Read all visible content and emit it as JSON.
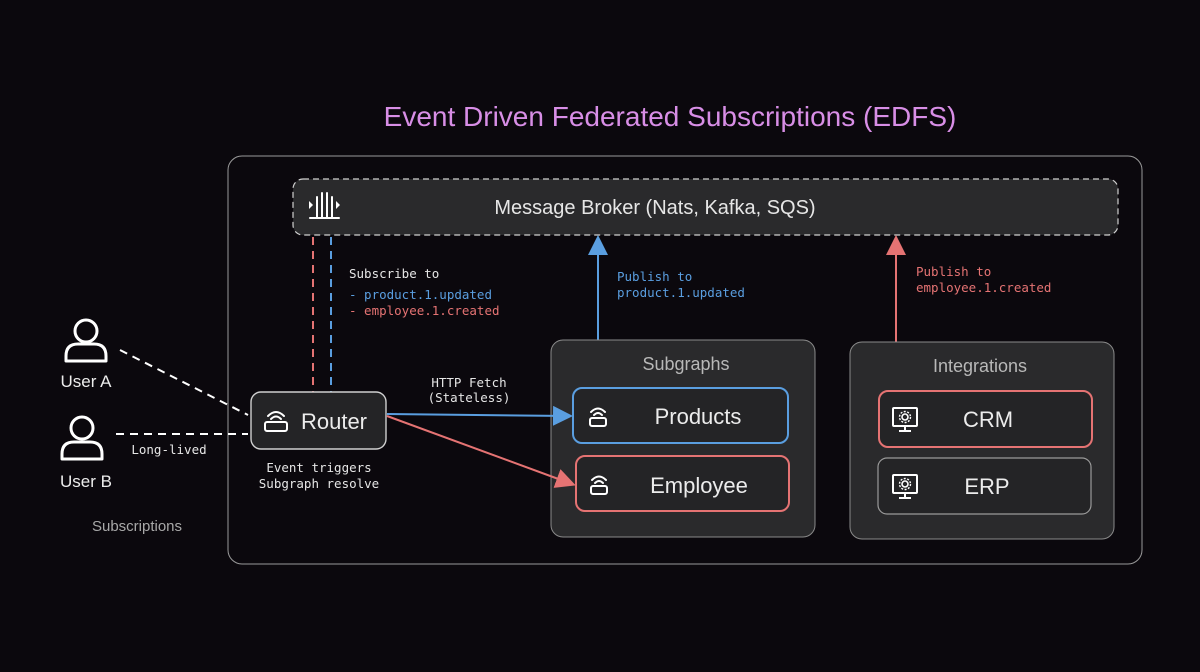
{
  "title": "Event Driven Federated Subscriptions (EDFS)",
  "broker": {
    "label": "Message Broker (Nats, Kafka, SQS)",
    "icon": "broker-icon"
  },
  "users": [
    {
      "label": "User A",
      "icon": "user-icon"
    },
    {
      "label": "User B",
      "icon": "user-icon"
    }
  ],
  "subscriptions_label": "Subscriptions",
  "long_lived_label": "Long-lived",
  "router": {
    "label": "Router",
    "icon": "router-icon",
    "caption_line1": "Event triggers",
    "caption_line2": "Subgraph resolve"
  },
  "subscribe": {
    "heading": "Subscribe to",
    "item1": "- product.1.updated",
    "item2": "- employee.1.created"
  },
  "http_fetch": {
    "line1": "HTTP Fetch",
    "line2": "(Stateless)"
  },
  "publish_products": {
    "line1": "Publish to",
    "line2": "product.1.updated"
  },
  "publish_crm": {
    "line1": "Publish to",
    "line2": "employee.1.created"
  },
  "subgraphs": {
    "title": "Subgraphs",
    "items": [
      {
        "label": "Products",
        "icon": "router-icon"
      },
      {
        "label": "Employee",
        "icon": "router-icon"
      }
    ]
  },
  "integrations": {
    "title": "Integrations",
    "items": [
      {
        "label": "CRM",
        "icon": "monitor-gear-icon"
      },
      {
        "label": "ERP",
        "icon": "monitor-gear-icon"
      }
    ]
  },
  "colors": {
    "background": "#0b080d",
    "title": "#d88ee6",
    "blue": "#5a9ee0",
    "red": "#e57373",
    "panel": "#2a2a2c",
    "border": "#9a9a9a"
  }
}
